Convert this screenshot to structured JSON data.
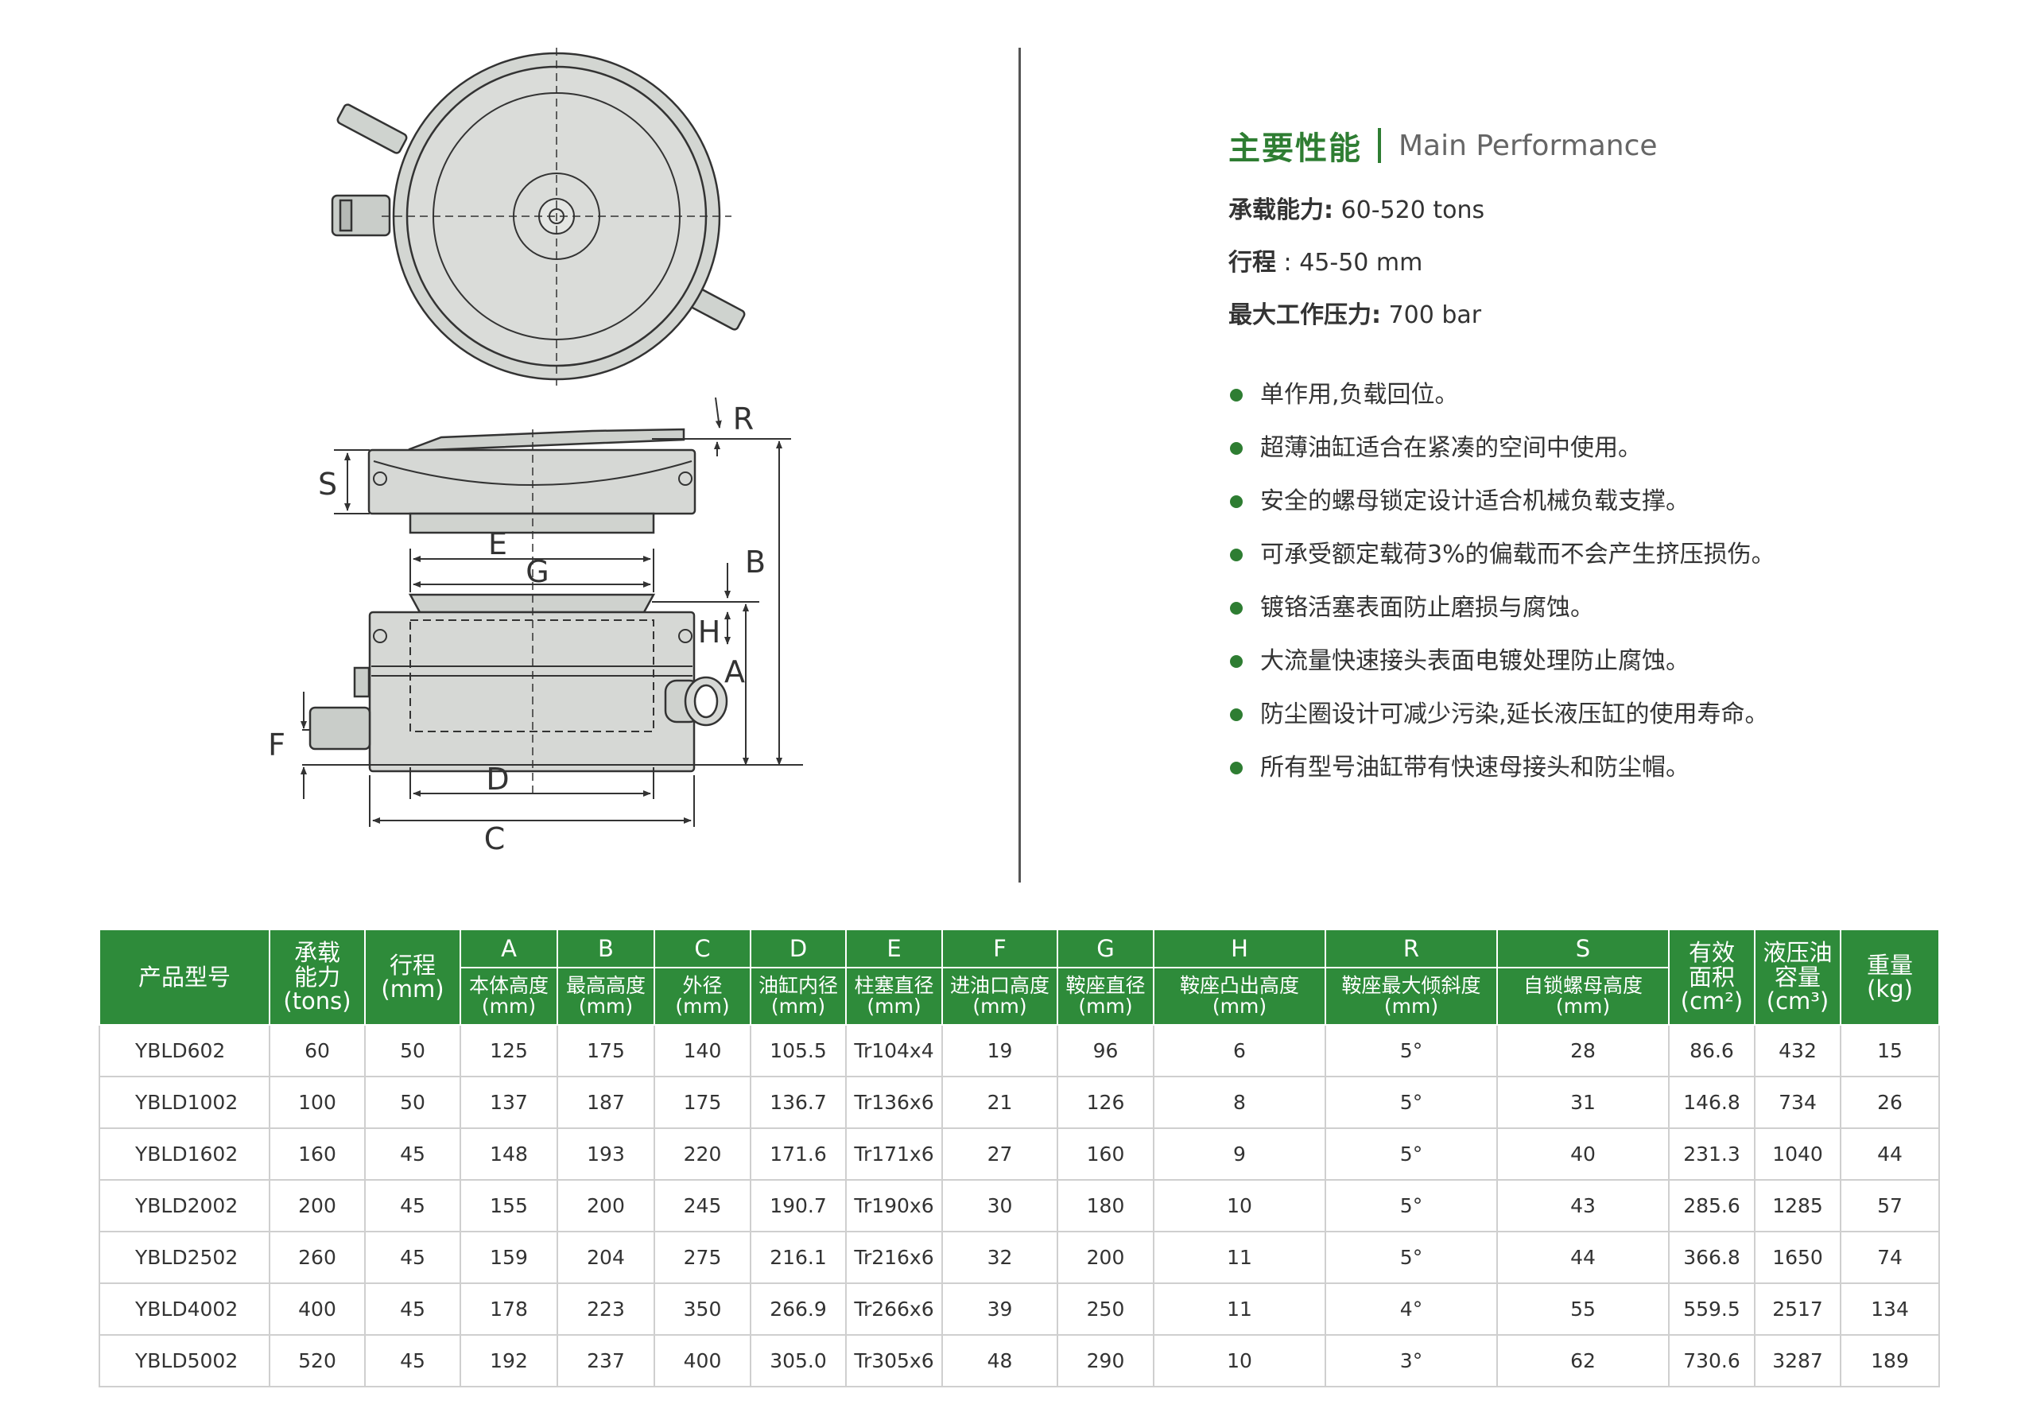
{
  "drawing": {
    "dim_labels": {
      "R": "R",
      "S": "S",
      "E": "E",
      "G": "G",
      "B": "B",
      "H": "H",
      "A": "A",
      "F": "F",
      "D": "D",
      "C": "C"
    }
  },
  "performance": {
    "title_zh": "主要性能",
    "title_en": "Main Performance",
    "specs": [
      {
        "label": "承载能力:",
        "value": "60-520 tons"
      },
      {
        "label": "行程",
        "value": ": 45-50 mm"
      },
      {
        "label": "最大工作压力:",
        "value": "700 bar"
      }
    ],
    "bullets": [
      "单作用,负载回位。",
      "超薄油缸适合在紧凑的空间中使用。",
      "安全的螺母锁定设计适合机械负载支撑。",
      "可承受额定载荷3%的偏载而不会产生挤压损伤。",
      "镀铬活塞表面防止磨损与腐蚀。",
      "大流量快速接头表面电镀处理防止腐蚀。",
      "防尘圈设计可减少污染,延长液压缸的使用寿命。",
      "所有型号油缸带有快速母接头和防尘帽。"
    ],
    "accent_color": "#2e7d32"
  },
  "table": {
    "header_color": "#2e8b3a",
    "head": {
      "model": "产品型号",
      "capacity": [
        "承载",
        "能力",
        "(tons)"
      ],
      "stroke": [
        "行程",
        "(mm)"
      ],
      "letters": [
        "A",
        "B",
        "C",
        "D",
        "E",
        "F",
        "G",
        "H",
        "R",
        "S"
      ],
      "subs": [
        [
          "本体高度",
          "(mm)"
        ],
        [
          "最高高度",
          "(mm)"
        ],
        [
          "外径",
          "(mm)"
        ],
        [
          "油缸内径",
          "(mm)"
        ],
        [
          "柱塞直径",
          "(mm)"
        ],
        [
          "进油口高度",
          "(mm)"
        ],
        [
          "鞍座直径",
          "(mm)"
        ],
        [
          "鞍座凸出高度",
          "(mm)"
        ],
        [
          "鞍座最大倾斜度",
          "(mm)"
        ],
        [
          "自锁螺母高度",
          "(mm)"
        ]
      ],
      "area": [
        "有效",
        "面积",
        "(cm²)"
      ],
      "oil": [
        "液压油",
        "容量",
        "(cm³)"
      ],
      "weight": [
        "重量",
        "(kg)"
      ]
    },
    "rows": [
      [
        "YBLD602",
        "60",
        "50",
        "125",
        "175",
        "140",
        "105.5",
        "Tr104x4",
        "19",
        "96",
        "6",
        "5°",
        "28",
        "86.6",
        "432",
        "15"
      ],
      [
        "YBLD1002",
        "100",
        "50",
        "137",
        "187",
        "175",
        "136.7",
        "Tr136x6",
        "21",
        "126",
        "8",
        "5°",
        "31",
        "146.8",
        "734",
        "26"
      ],
      [
        "YBLD1602",
        "160",
        "45",
        "148",
        "193",
        "220",
        "171.6",
        "Tr171x6",
        "27",
        "160",
        "9",
        "5°",
        "40",
        "231.3",
        "1040",
        "44"
      ],
      [
        "YBLD2002",
        "200",
        "45",
        "155",
        "200",
        "245",
        "190.7",
        "Tr190x6",
        "30",
        "180",
        "10",
        "5°",
        "43",
        "285.6",
        "1285",
        "57"
      ],
      [
        "YBLD2502",
        "260",
        "45",
        "159",
        "204",
        "275",
        "216.1",
        "Tr216x6",
        "32",
        "200",
        "11",
        "5°",
        "44",
        "366.8",
        "1650",
        "74"
      ],
      [
        "YBLD4002",
        "400",
        "45",
        "178",
        "223",
        "350",
        "266.9",
        "Tr266x6",
        "39",
        "250",
        "11",
        "4°",
        "55",
        "559.5",
        "2517",
        "134"
      ],
      [
        "YBLD5002",
        "520",
        "45",
        "192",
        "237",
        "400",
        "305.0",
        "Tr305x6",
        "48",
        "290",
        "10",
        "3°",
        "62",
        "730.6",
        "3287",
        "189"
      ]
    ]
  }
}
